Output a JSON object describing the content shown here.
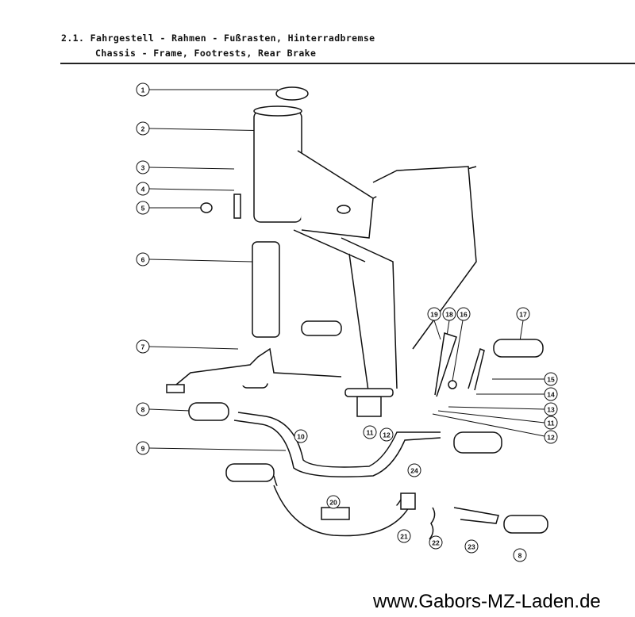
{
  "header": {
    "title_de": "2.1. Fahrgestell - Rahmen - Fußrasten, Hinterradbremse",
    "title_en": "Chassis - Frame, Footrests, Rear Brake"
  },
  "callouts": {
    "c1": "1",
    "c2": "2",
    "c3": "3",
    "c4": "4",
    "c5": "5",
    "c6": "6",
    "c7": "7",
    "c8a": "8",
    "c9": "9",
    "c10": "10",
    "c11a": "11",
    "c12a": "12",
    "c11b": "11",
    "c12b": "12",
    "c13": "13",
    "c14": "14",
    "c15": "15",
    "c16": "16",
    "c17": "17",
    "c18": "18",
    "c19": "19",
    "c20": "20",
    "c21": "21",
    "c22": "22",
    "c23": "23",
    "c24": "24",
    "c8b": "8"
  },
  "footer": {
    "website": "www.Gabors-MZ-Laden.de"
  }
}
